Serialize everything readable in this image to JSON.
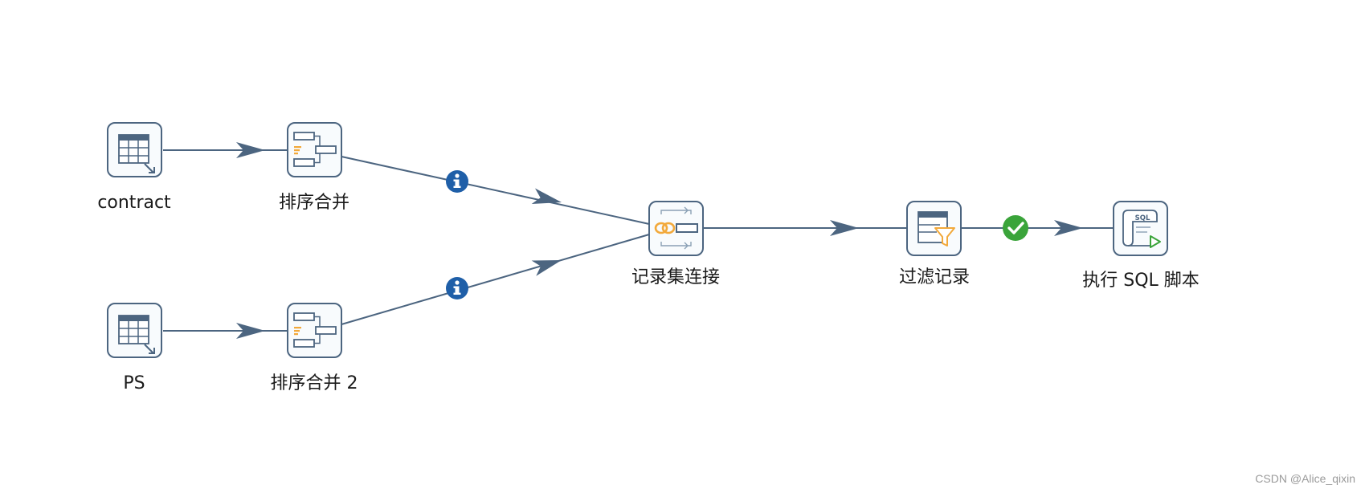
{
  "steps": {
    "contract": {
      "label": "contract",
      "type": "table-input"
    },
    "sort1": {
      "label": "排序合并",
      "type": "sorted-merge"
    },
    "ps": {
      "label": "PS",
      "type": "table-input"
    },
    "sort2": {
      "label": "排序合并 2",
      "type": "sorted-merge"
    },
    "join": {
      "label": "记录集连接",
      "type": "merge-join"
    },
    "filter": {
      "label": "过滤记录",
      "type": "filter-rows"
    },
    "sql": {
      "label": "执行 SQL 脚本",
      "type": "execute-sql-script"
    }
  },
  "hops": [
    {
      "from": "contract",
      "to": "sort1",
      "badge": "none"
    },
    {
      "from": "sort1",
      "to": "join",
      "badge": "info"
    },
    {
      "from": "ps",
      "to": "sort2",
      "badge": "none"
    },
    {
      "from": "sort2",
      "to": "join",
      "badge": "info"
    },
    {
      "from": "join",
      "to": "filter",
      "badge": "none"
    },
    {
      "from": "filter",
      "to": "sql",
      "badge": "true"
    }
  ],
  "sql_icon_text": "SQL",
  "watermark": "CSDN @Alice_qixin",
  "colors": {
    "hop_line": "#4c6580",
    "node_border": "#4c6580",
    "node_fill": "#f8fbfd",
    "info_badge": "#1f5fa8",
    "true_badge": "#3aa43a",
    "accent_orange": "#f2a93b"
  }
}
